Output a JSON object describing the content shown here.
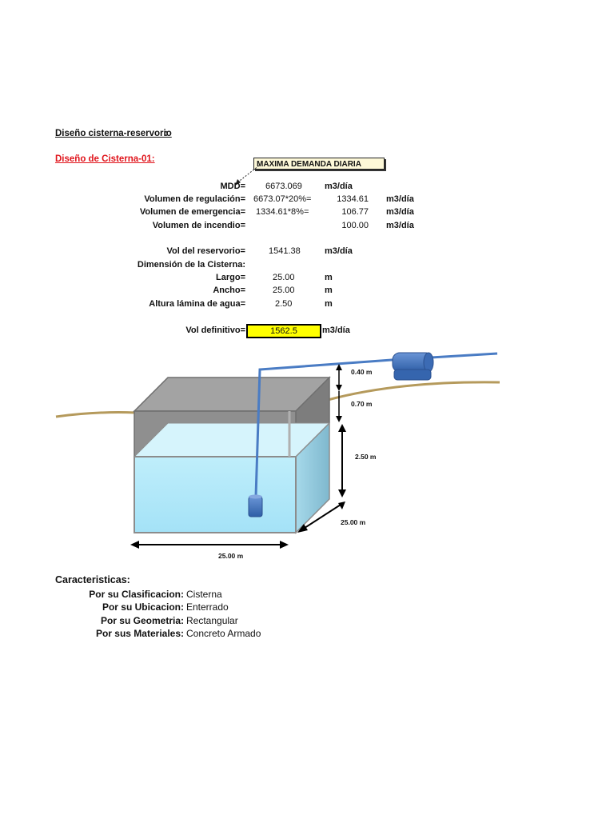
{
  "page": {
    "title": "Diseño cisterna-reservorio",
    "title_colon": ":",
    "subtitle": "Diseño de Cisterna-01:",
    "callout": "MAXIMA DEMANDA DIARIA"
  },
  "calc": {
    "mdd": {
      "label": "MDD=",
      "value": "6673.069",
      "unit": "m3/día"
    },
    "regulacion": {
      "label": "Volumen de regulación=",
      "formula": "6673.07*20%=",
      "value": "1334.61",
      "unit": "m3/día"
    },
    "emergencia": {
      "label": "Volumen de emergencia=",
      "formula": "1334.61*8%=",
      "value": "106.77",
      "unit": "m3/día"
    },
    "incendio": {
      "label": "Volumen de incendio=",
      "value": "100.00",
      "unit": "m3/día"
    },
    "reservorio": {
      "label": "Vol del reservorio=",
      "value": "1541.38",
      "unit": "m3/día"
    },
    "dimension_title": "Dimensión de la Cisterna:",
    "largo": {
      "label": "Largo=",
      "value": "25.00",
      "unit": "m"
    },
    "ancho": {
      "label": "Ancho=",
      "value": "25.00",
      "unit": "m"
    },
    "altura": {
      "label": "Altura lámina de agua=",
      "value": "2.50",
      "unit": "m"
    },
    "definitivo": {
      "label": "Vol definitivo=",
      "value": "1562.5",
      "unit": "m3/día"
    }
  },
  "diagram": {
    "dim_top": "0.40 m",
    "dim_mid": "0.70 m",
    "dim_water": "2.50 m",
    "dim_depth": "25.00 m",
    "dim_width": "25.00 m"
  },
  "caracteristicas": {
    "title": "Caracteristicas:",
    "items": [
      {
        "label": "Por su Clasificacion:",
        "value": "Cisterna"
      },
      {
        "label": "Por su Ubicacion:",
        "value": "Enterrado"
      },
      {
        "label": "Por su Geometria:",
        "value": "Rectangular"
      },
      {
        "label": "Por sus Materiales:",
        "value": "Concreto Armado"
      }
    ]
  },
  "colors": {
    "water": "#bfeefb",
    "concrete": "#9a9a9a",
    "pipe": "#4a7cc4",
    "ground": "#b59a5c",
    "highlight": "#ffff00",
    "heading_red": "#e0141b"
  }
}
